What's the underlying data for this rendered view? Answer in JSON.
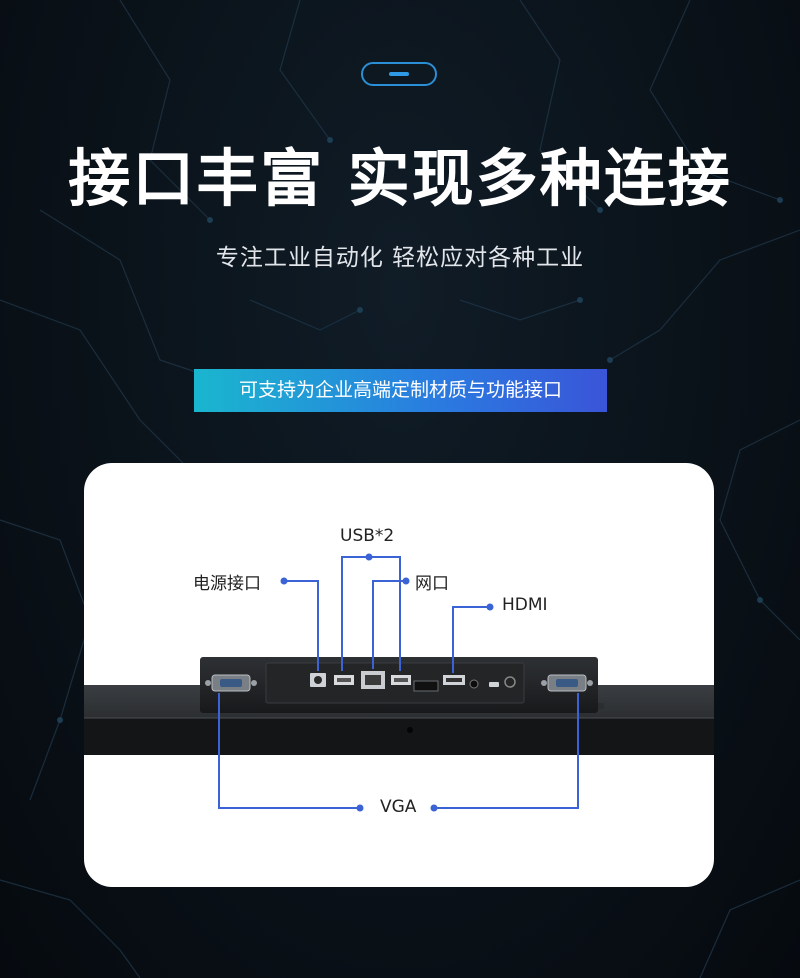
{
  "header": {
    "title": "接口丰富 实现多种连接",
    "subtitle": "专注工业自动化 轻松应对各种工业"
  },
  "banner": {
    "text": "可支持为企业高端定制材质与功能接口"
  },
  "diagram": {
    "labels": {
      "power": "电源接口",
      "usb": "USB*2",
      "lan": "网口",
      "hdmi": "HDMI",
      "vga": "VGA"
    }
  },
  "colors": {
    "accent_blue": "#2a7ae0",
    "accent_cyan": "#1ab6cf",
    "callout_line": "#3b63d6"
  }
}
